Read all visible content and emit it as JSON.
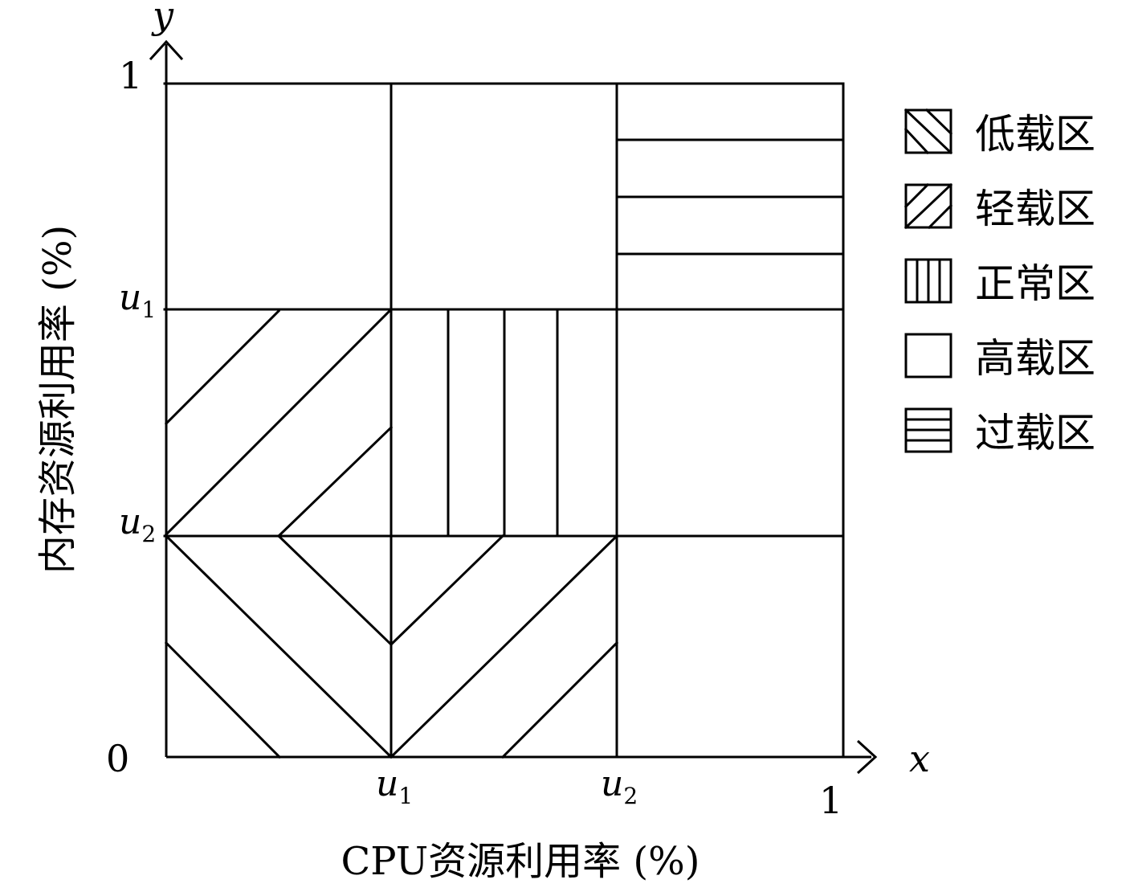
{
  "axes": {
    "x_var": "x",
    "y_var": "y",
    "origin": "0",
    "x_end": "1",
    "y_end": "1",
    "x_ticks": [
      {
        "base": "u",
        "sub": "1"
      },
      {
        "base": "u",
        "sub": "2"
      }
    ],
    "y_ticks": [
      {
        "base": "u",
        "sub": "1"
      },
      {
        "base": "u",
        "sub": "2"
      }
    ],
    "x_title": "CPU资源利用率 (%)",
    "y_title": "内存资源利用率 (%)"
  },
  "legend": [
    {
      "id": "low",
      "label": "低载区",
      "pattern": "backslash"
    },
    {
      "id": "light",
      "label": "轻载区",
      "pattern": "slash"
    },
    {
      "id": "normal",
      "label": "正常区",
      "pattern": "vertical"
    },
    {
      "id": "high",
      "label": "高载区",
      "pattern": "none"
    },
    {
      "id": "over",
      "label": "过载区",
      "pattern": "horizontal"
    }
  ]
}
